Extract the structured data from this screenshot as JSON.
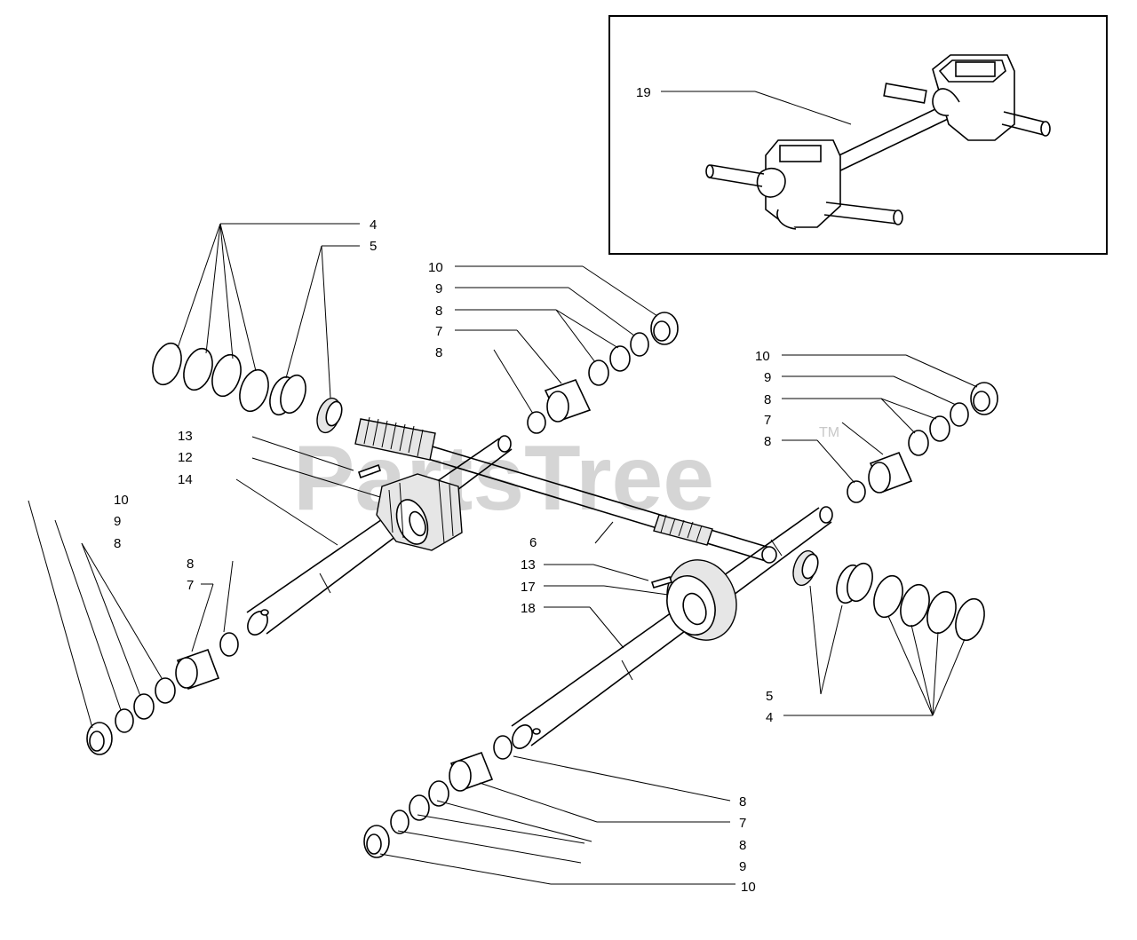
{
  "watermark": {
    "brand": "PartsTree",
    "trademark": "TM"
  },
  "inset": {
    "callout": "19"
  },
  "callouts": {
    "upper_left": {
      "c4": "4",
      "c5": "5",
      "c10": "10",
      "c9": "9",
      "c8a": "8",
      "c7": "7",
      "c8b": "8"
    },
    "upper_right": {
      "c10": "10",
      "c9": "9",
      "c8a": "8",
      "c7": "7",
      "c8b": "8"
    },
    "left_shaft": {
      "c13": "13",
      "c12": "12",
      "c14": "14",
      "c10": "10",
      "c9": "9",
      "c8": "8",
      "c8b": "8",
      "c7": "7"
    },
    "right_shaft": {
      "c6": "6",
      "c13": "13",
      "c17": "17",
      "c18": "18",
      "c5": "5",
      "c4": "4"
    },
    "bottom": {
      "c8a": "8",
      "c7": "7",
      "c8b": "8",
      "c9": "9",
      "c10": "10"
    }
  }
}
